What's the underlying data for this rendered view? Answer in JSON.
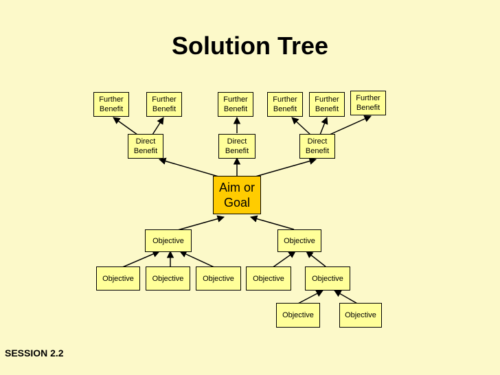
{
  "title": "Solution Tree",
  "footer": "SESSION 2.2",
  "nodes": {
    "goal": "Aim or Goal",
    "direct_1": "Direct Benefit",
    "direct_2": "Direct Benefit",
    "direct_3": "Direct Benefit",
    "further_1": "Further Benefit",
    "further_2": "Further Benefit",
    "further_3": "Further Benefit",
    "further_4": "Further Benefit",
    "further_5": "Further Benefit",
    "further_6": "Further Benefit",
    "objective_left": "Objective",
    "objective_right": "Objective",
    "sub_objective_1": "Objective",
    "sub_objective_2": "Objective",
    "sub_objective_3": "Objective",
    "sub_objective_4": "Objective",
    "sub_objective_5": "Objective",
    "sub_objective_6": "Objective",
    "sub_objective_7": "Objective"
  },
  "colors": {
    "background": "#fcf9c9",
    "box": "#ffff99",
    "goal_box": "#ffcc00"
  }
}
